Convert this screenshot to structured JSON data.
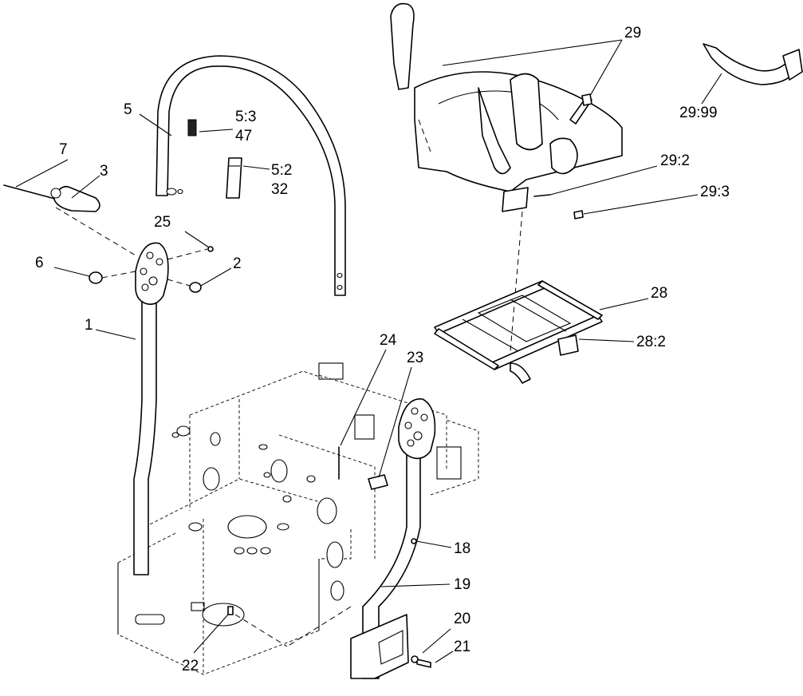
{
  "callouts": {
    "c1": "1",
    "c2": "2",
    "c3": "3",
    "c5": "5",
    "c5_3": "5:3",
    "c47": "47",
    "c5_2": "5:2",
    "c32": "32",
    "c6": "6",
    "c7": "7",
    "c18": "18",
    "c19": "19",
    "c20": "20",
    "c21": "21",
    "c22": "22",
    "c23": "23",
    "c24": "24",
    "c25": "25",
    "c28": "28",
    "c28_2": "28:2",
    "c29": "29",
    "c29_2": "29:2",
    "c29_3": "29:3",
    "c29_99": "29:99"
  }
}
